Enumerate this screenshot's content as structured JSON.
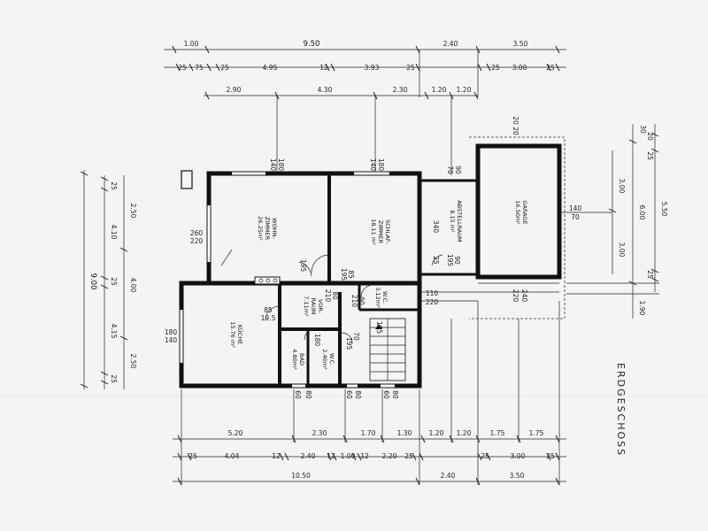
{
  "title": "ERDGESCHOSS",
  "rooms": {
    "wohnzimmer": [
      "WOHN-",
      "ZIMMER",
      "26.25m²"
    ],
    "schlafzimmer": [
      "SCHLAF-",
      "ZIMMER",
      "18.11 m²"
    ],
    "abstellraum": [
      "ABSTELLRAUM",
      "8.15 m²"
    ],
    "garage": [
      "GARAGE",
      "16.50m²"
    ],
    "kueche": [
      "KÜCHE",
      "15.76 m²"
    ],
    "vorraum": [
      "VOR-",
      "RAUM",
      "7.11m²"
    ],
    "bad": [
      "BAD",
      "4.80m²"
    ],
    "wc_small": [
      "W.C.",
      "2.40m²"
    ],
    "wc": [
      "W.C.",
      "3.12m²"
    ]
  },
  "top_dims": {
    "row1": [
      "1.00",
      "9.50",
      "2.40",
      "3.50"
    ],
    "row2": [
      "25",
      "75",
      "25",
      "4.95",
      "12",
      "3.93",
      "25",
      "25",
      "3.00",
      "25"
    ],
    "row3": [
      "2.90",
      "4.30",
      "2.30",
      "1.20",
      "1.20"
    ]
  },
  "bottom_dims": {
    "row1": [
      "5.20",
      "2.30",
      "1.70",
      "1.30",
      "1.20",
      "1.20",
      "1.75",
      "1.75"
    ],
    "row2": [
      "25",
      "4.04",
      "12",
      "2.40",
      "12",
      "1.00",
      "12",
      "2.20",
      "25",
      "25",
      "3.00",
      "25"
    ],
    "row3": [
      "10.50",
      "2.40",
      "3.50"
    ]
  },
  "left_dims": {
    "outer": "9.00",
    "mid": [
      "25",
      "4.10",
      "25",
      "4.15",
      "25"
    ],
    "inner": [
      "2.50",
      "4.00",
      "2.50"
    ]
  },
  "right_dims": {
    "outer": "6.00",
    "mid": [
      "20",
      "25",
      "5.50",
      "25"
    ],
    "inner": [
      "3.00",
      "3.00"
    ],
    "bottom": "1.90"
  },
  "opening_labels": {
    "wohn_window": [
      "180",
      "140"
    ],
    "schlaf_window": [
      "180",
      "140"
    ],
    "wohn_side": [
      "260",
      "220"
    ],
    "kueche_side": [
      "180",
      "140"
    ],
    "door_90_top": "90",
    "door_70_top": "70",
    "garage_side": [
      "140",
      "70"
    ],
    "garage_door": [
      "240",
      "220"
    ],
    "door_110": [
      "110",
      "220"
    ],
    "wc_door": [
      "90",
      "210"
    ],
    "vor_door": [
      "80",
      "210"
    ],
    "abst_a": "340",
    "abst_b": "25",
    "abst_c": "195",
    "abst_d": "90",
    "schlaf_d": "85",
    "schlaf_e": "195",
    "wohn_d": "195",
    "kueche_d": [
      "85",
      "19.5"
    ],
    "bad_d": "180",
    "wc_d": "195",
    "stair_a": "70",
    "stair_b": "185",
    "bot_80a": "80",
    "bot_60a": "60",
    "bot_80b": "80",
    "bot_60b": "60",
    "bot_80c": "80",
    "bot_60c": "60",
    "garage_top": [
      "20",
      "20"
    ],
    "garage_right": "30"
  }
}
